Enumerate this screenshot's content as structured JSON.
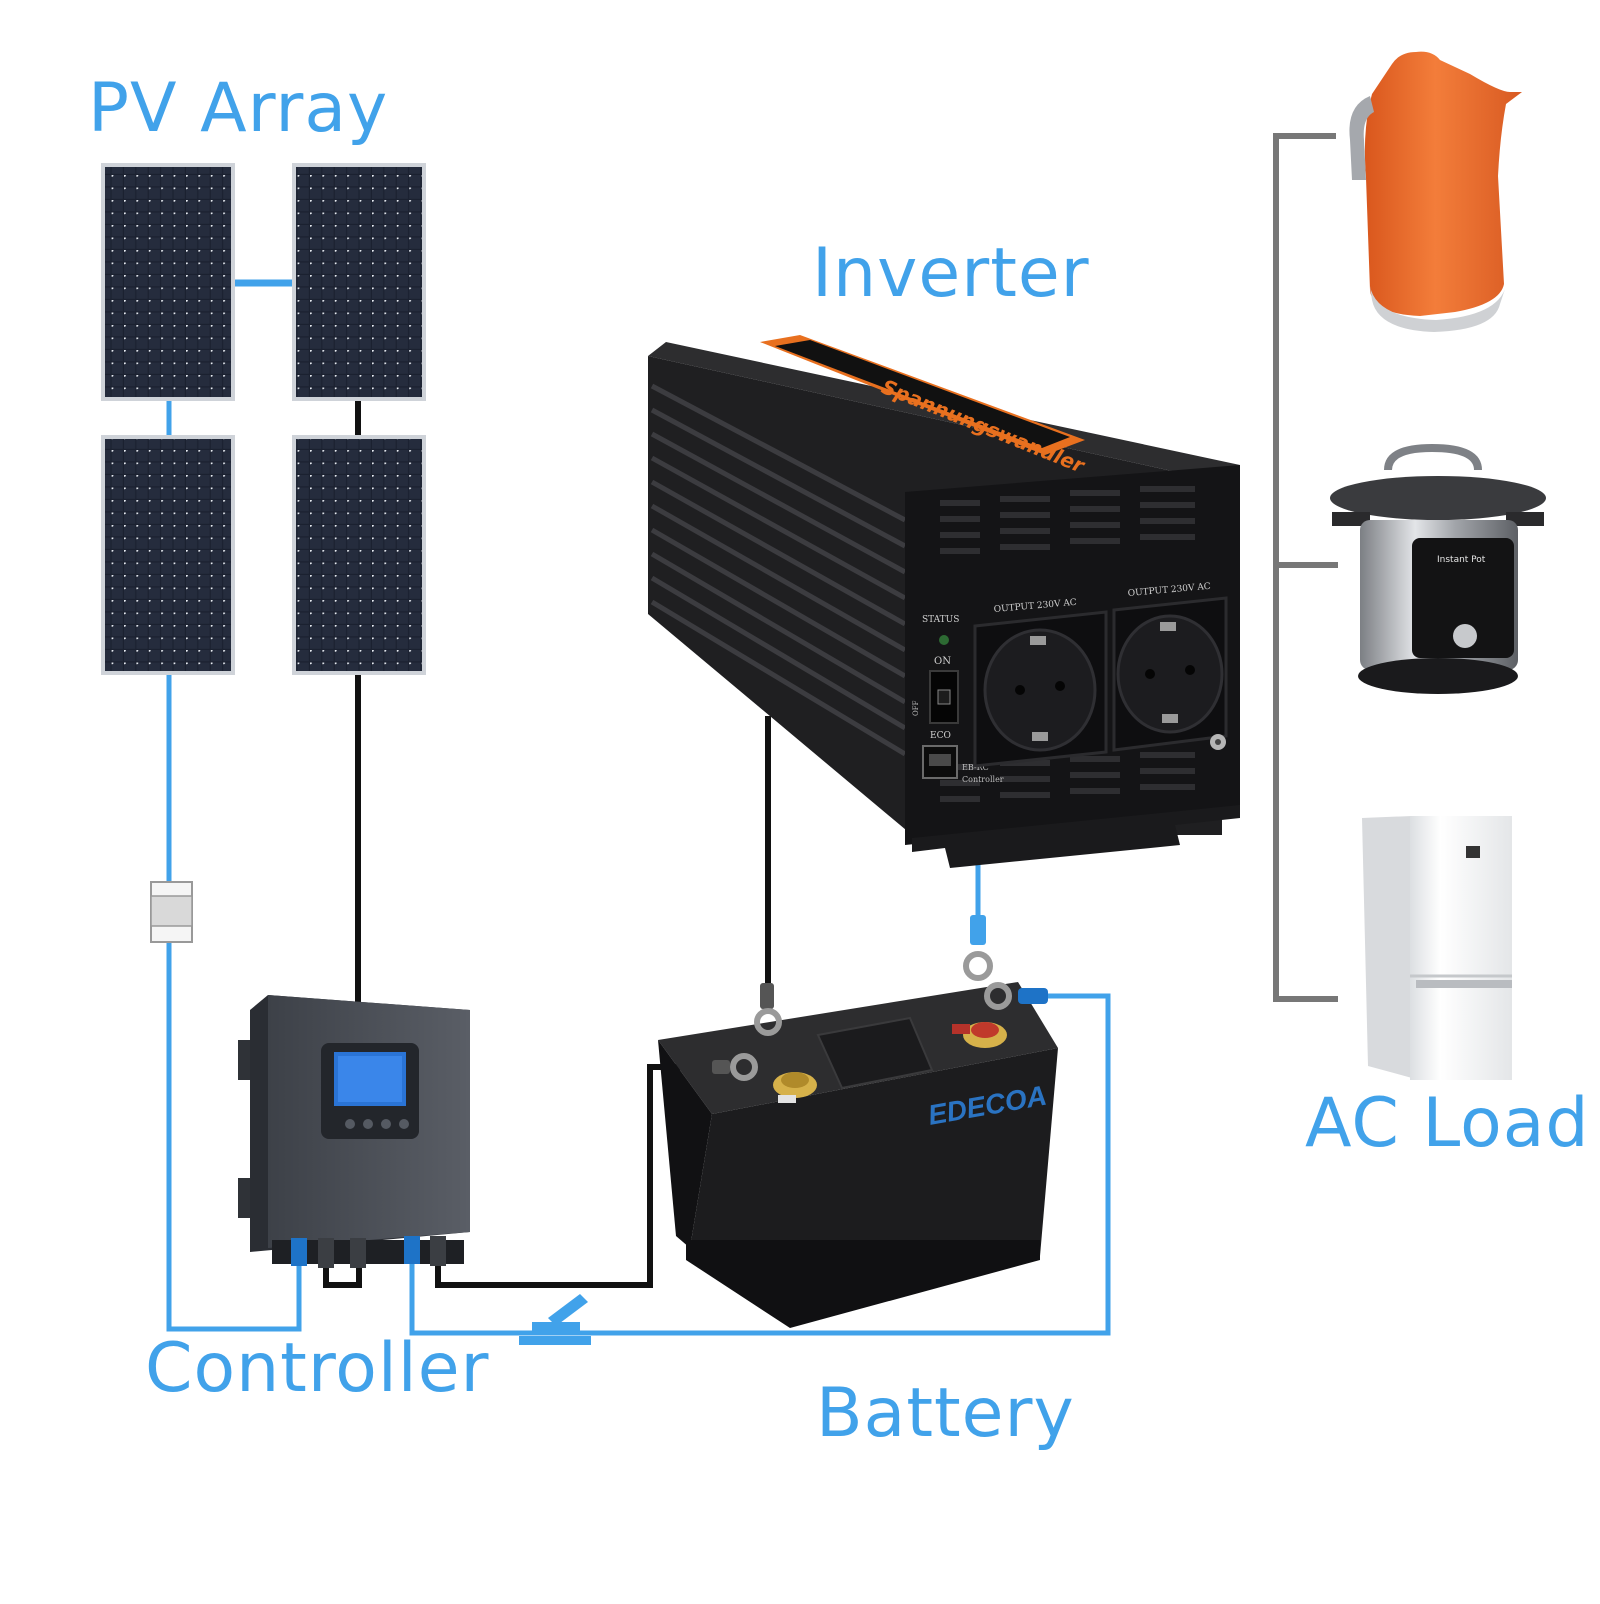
{
  "labels": {
    "pv_array": "PV Array",
    "inverter": "Inverter",
    "controller": "Controller",
    "battery": "Battery",
    "ac_load": "AC Load"
  },
  "inverter_panel": {
    "status": "STATUS",
    "on": "ON",
    "off": "OFF",
    "eco": "ECO",
    "output_left": "OUTPUT 230V AC",
    "output_right": "OUTPUT 230V AC",
    "port_label_1": "EB-RC",
    "port_label_2": "Controller"
  },
  "battery_brand": "EDECOA",
  "cooker_brand": "Instant Pot",
  "colors": {
    "label": "#41a2ea",
    "wire_positive": "#41a2ea",
    "wire_negative": "#111111",
    "ac_bus": "#777777",
    "kettle": "#ee6f2d",
    "inverter_accent": "#e8701f",
    "panel": "#1c2230"
  }
}
